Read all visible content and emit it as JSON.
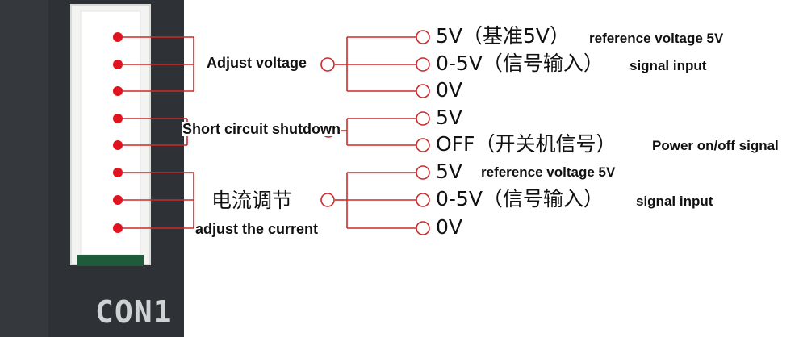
{
  "connector": {
    "label": "CON1",
    "pin_color": "#e0141e",
    "board_color": "#2e3236",
    "housing_color": "#f3f4f2",
    "line_color": "#cc2a2a"
  },
  "groups": [
    {
      "name": "Adjust voltage",
      "outputs": [
        {
          "main": "5V（基准5V）",
          "note": "reference voltage 5V"
        },
        {
          "main": "0-5V（信号输入）",
          "note": "signal input"
        },
        {
          "main": "0V",
          "note": ""
        }
      ]
    },
    {
      "name": "Short circuit shutdown",
      "outputs": [
        {
          "main": "5V",
          "note": ""
        },
        {
          "main": "OFF（开关机信号）",
          "note": "Power on/off signal"
        }
      ]
    },
    {
      "name": "电流调节",
      "sub": "adjust the current",
      "outputs": [
        {
          "main": "5V",
          "note": "reference voltage 5V"
        },
        {
          "main": "0-5V（信号输入）",
          "note": "signal input"
        },
        {
          "main": "0V",
          "note": ""
        }
      ]
    }
  ]
}
